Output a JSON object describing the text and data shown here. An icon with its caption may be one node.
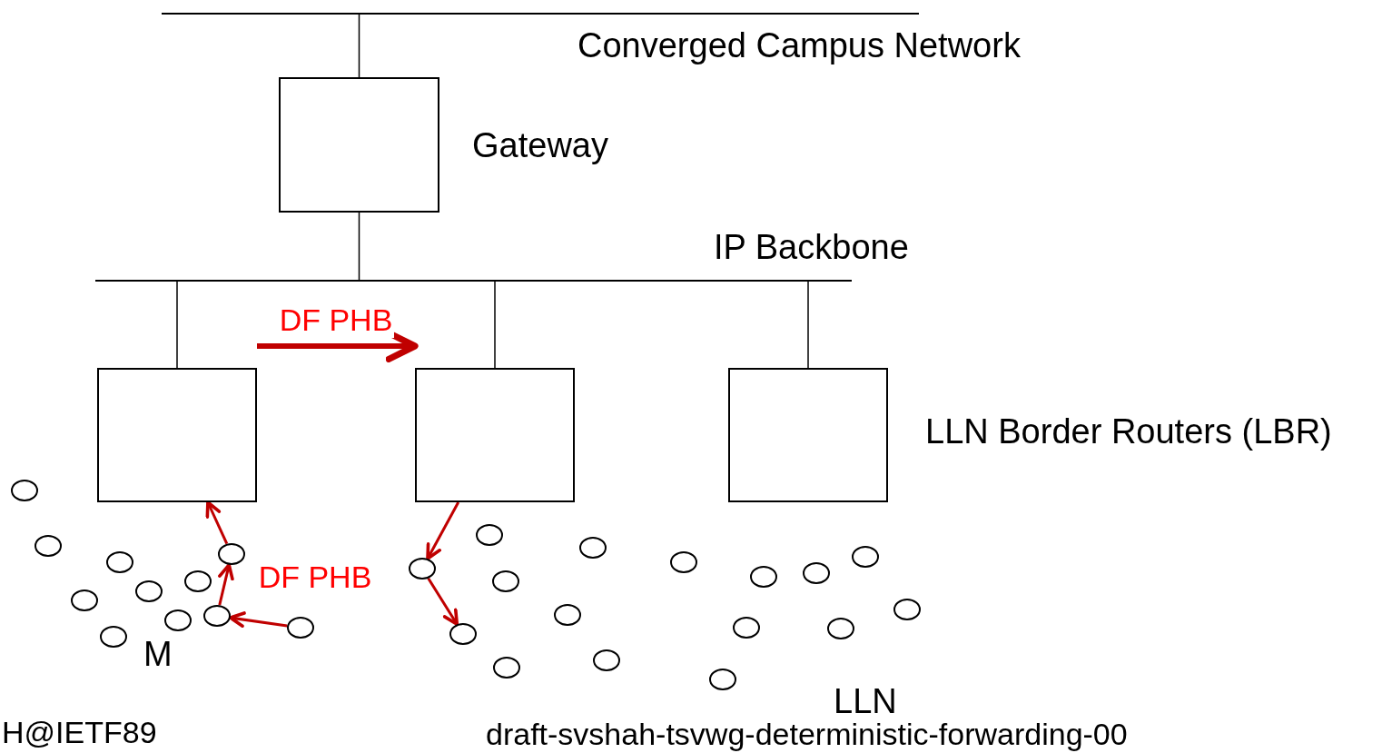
{
  "diagram": {
    "nodes": [
      {
        "text": [
          "Converged Campus Network"
        ]
      },
      {
        "text": [
          "Gateway"
        ]
      },
      {
        "text": [
          "IP Backbone"
        ]
      },
      {
        "text": [],
        "shape": "box"
      },
      {
        "text": [],
        "shape": "box"
      },
      {
        "text": [],
        "shape": "box"
      },
      {
        "text": [],
        "shape": "circle"
      },
      {
        "text": [],
        "shape": "circle"
      },
      {
        "text": [],
        "shape": "circle"
      },
      {
        "text": [],
        "shape": "circle"
      },
      {
        "text": [],
        "shape": "circle"
      },
      {
        "text": [],
        "shape": "circle"
      },
      {
        "text": [],
        "shape": "circle"
      },
      {
        "text": [],
        "shape": "circle"
      },
      {
        "text": [],
        "shape": "circle"
      },
      {
        "text": [],
        "shape": "circle"
      },
      {
        "text": [],
        "shape": "circle"
      },
      {
        "text": [],
        "shape": "circle"
      },
      {
        "text": [],
        "shape": "circle"
      },
      {
        "text": [],
        "shape": "circle"
      },
      {
        "text": [],
        "shape": "circle"
      },
      {
        "text": [],
        "shape": "circle"
      },
      {
        "text": [],
        "shape": "circle"
      },
      {
        "text": [],
        "shape": "circle"
      },
      {
        "text": [],
        "shape": "circle"
      },
      {
        "text": [],
        "shape": "circle"
      },
      {
        "text": [],
        "shape": "circle"
      },
      {
        "text": [],
        "shape": "circle"
      },
      {
        "text": [],
        "shape": "circle"
      },
      {
        "text": [],
        "shape": "circle"
      },
      {
        "text": [],
        "shape": "circle"
      },
      {
        "text": [],
        "shape": "circle"
      },
      {
        "text": [],
        "shape": "circle"
      }
    ],
    "edges": [
      {
        "from": 0,
        "to": 1,
        "arrow": "none",
        "color": "#000000"
      },
      {
        "from": 1,
        "to": 2,
        "arrow": "none",
        "color": "#000000"
      },
      {
        "from": 2,
        "to": 3,
        "arrow": "none",
        "color": "#000000"
      },
      {
        "from": 2,
        "to": 4,
        "arrow": "none",
        "color": "#000000"
      },
      {
        "from": 2,
        "to": 5,
        "arrow": "none",
        "color": "#000000"
      },
      {
        "from": 3,
        "to": 4,
        "arrow": "to",
        "label": "DF PHB",
        "style": "thick"
      },
      {
        "from": 16,
        "to": 14,
        "arrow": "to"
      },
      {
        "from": 14,
        "to": 15,
        "arrow": "to",
        "label": "DF PHB"
      },
      {
        "from": 15,
        "to": 3,
        "arrow": "to"
      },
      {
        "from": 4,
        "to": 17,
        "arrow": "to"
      },
      {
        "from": 17,
        "to": 18,
        "arrow": "to"
      }
    ],
    "labels": [
      "LLN Border Routers (LBR)",
      "M",
      "LLN",
      "H@IETF89",
      "draft-svshah-tsvwg-deterministic-forwarding-00"
    ]
  }
}
